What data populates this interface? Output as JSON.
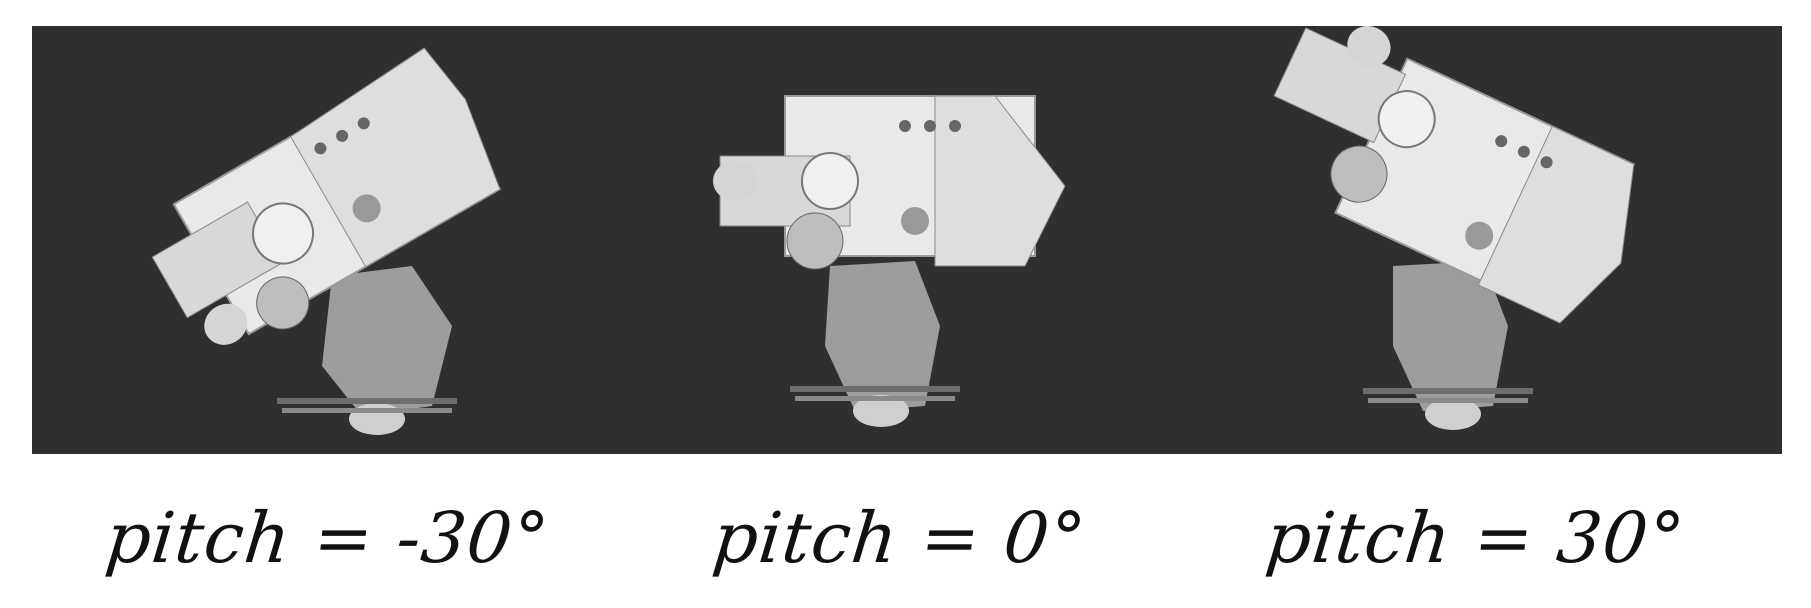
{
  "panels": [
    {
      "caption": "pitch = -30°",
      "pitch_deg": -30
    },
    {
      "caption": "pitch = 0°",
      "pitch_deg": 0
    },
    {
      "caption": "pitch = 30°",
      "pitch_deg": 30
    }
  ],
  "colors": {
    "background": "#2f2f2f",
    "body_light": "#e9e9e9",
    "body_mid": "#bdbdbd",
    "stand": "#9d9d9d",
    "shadow": "#6d6d6d"
  }
}
